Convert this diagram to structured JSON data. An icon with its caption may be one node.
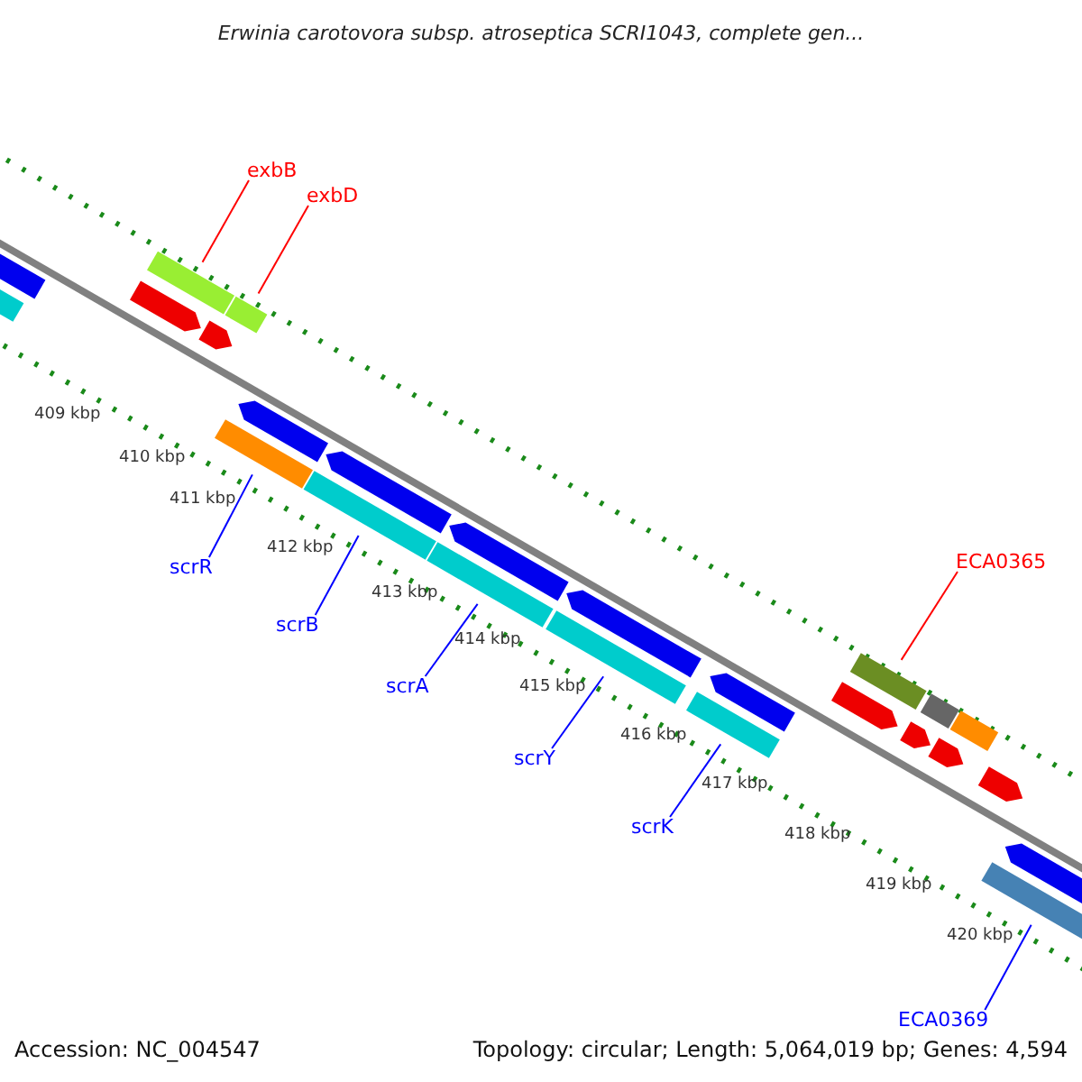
{
  "diagram": {
    "title": "Erwinia carotovora subsp. atroseptica SCRI1043, complete gen...",
    "nodes": [
      {
        "text": [
          "exbB"
        ]
      },
      {
        "text": [
          "exbD"
        ]
      },
      {
        "text": [
          "ECA0365"
        ]
      },
      {
        "text": [
          "scrR"
        ]
      },
      {
        "text": [
          "scrB"
        ]
      },
      {
        "text": [
          "scrA"
        ]
      },
      {
        "text": [
          "scrY"
        ]
      },
      {
        "text": [
          "scrK"
        ]
      },
      {
        "text": [
          "ECA0369"
        ]
      },
      {
        "text": [],
        "shape": "bar"
      },
      {
        "text": [],
        "shape": "bar"
      },
      {
        "text": [],
        "shape": "bar"
      },
      {
        "text": [],
        "shape": "bar"
      },
      {
        "text": [],
        "shape": "bar"
      },
      {
        "text": [],
        "shape": "bar"
      },
      {
        "text": [],
        "shape": "bar"
      },
      {
        "text": [],
        "shape": "bar"
      },
      {
        "text": [],
        "shape": "bar"
      },
      {
        "text": [],
        "shape": "arrow"
      },
      {
        "text": [],
        "shape": "bar"
      },
      {
        "text": [],
        "shape": "arrow"
      },
      {
        "text": [],
        "shape": "arrow"
      },
      {
        "text": [],
        "shape": "arrow"
      },
      {
        "text": [],
        "shape": "arrow"
      },
      {
        "text": [],
        "shape": "arrow"
      },
      {
        "text": [],
        "shape": "arrow"
      },
      {
        "text": [],
        "shape": "arrow"
      },
      {
        "text": [],
        "shape": "arrow"
      },
      {
        "text": [],
        "shape": "arrow"
      },
      {
        "text": [],
        "shape": "arrow"
      },
      {
        "text": [],
        "shape": "arrow"
      },
      {
        "text": [],
        "shape": "bar"
      },
      {
        "text": [],
        "shape": "bar"
      },
      {
        "text": [],
        "shape": "arrow"
      }
    ],
    "edges": [
      {
        "from": 0,
        "to": 9,
        "arrow": "none",
        "color": "#ff0000"
      },
      {
        "from": 1,
        "to": 10,
        "arrow": "none",
        "color": "#ff0000"
      },
      {
        "from": 3,
        "to": 11,
        "arrow": "none"
      },
      {
        "from": 4,
        "to": 12,
        "arrow": "none"
      },
      {
        "from": 5,
        "to": 13,
        "arrow": "none"
      },
      {
        "from": 6,
        "to": 14,
        "arrow": "none"
      },
      {
        "from": 7,
        "to": 15,
        "arrow": "none"
      },
      {
        "from": 2,
        "to": 16,
        "arrow": "none",
        "color": "#ff0000"
      },
      {
        "from": 8,
        "to": 17,
        "arrow": "none"
      }
    ],
    "labels": [
      "409 kbp",
      "410 kbp",
      "411 kbp",
      "412 kbp",
      "413 kbp",
      "414 kbp",
      "415 kbp",
      "416 kbp",
      "417 kbp",
      "418 kbp",
      "419 kbp",
      "420 kbp",
      "Accession: NC_004547",
      "Topology: circular; Length: 5,064,019 bp; Genes: 4,594"
    ]
  }
}
